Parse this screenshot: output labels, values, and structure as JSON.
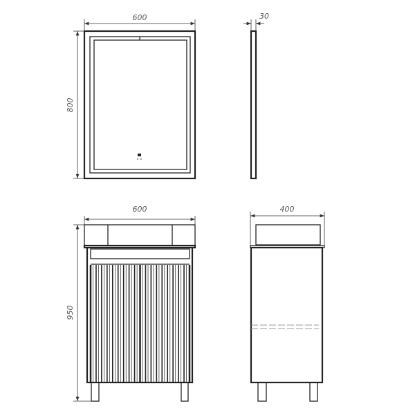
{
  "dimensions": {
    "mirror_width": "600",
    "mirror_height": "800",
    "mirror_depth": "30",
    "cabinet_width": "600",
    "cabinet_height": "950",
    "cabinet_depth": "400"
  },
  "colors": {
    "line": "#222222",
    "background": "#ffffff"
  }
}
